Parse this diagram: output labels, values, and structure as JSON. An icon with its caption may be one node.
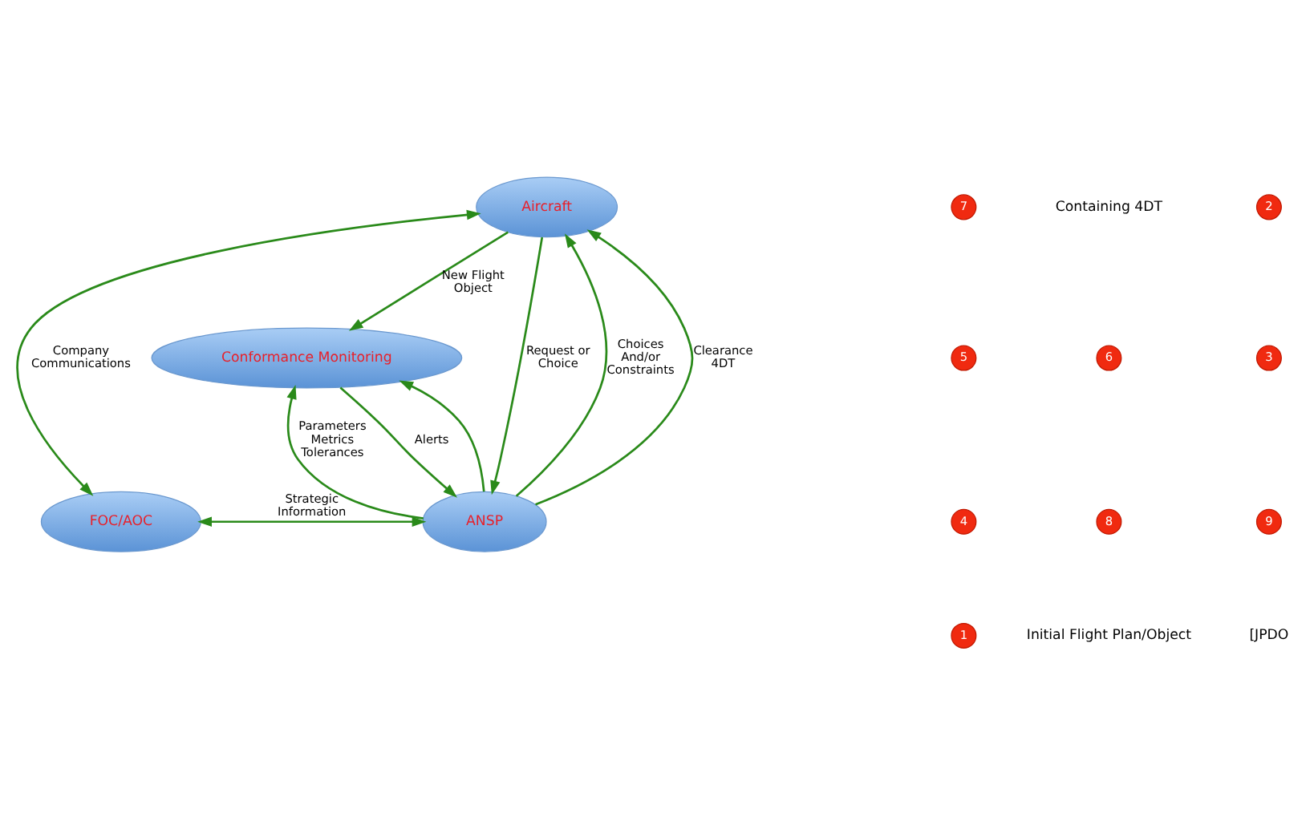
{
  "diagram": {
    "nodes": [
      {
        "text": [
          "Aircraft"
        ]
      },
      {
        "text": [
          "Conformance Monitoring"
        ]
      },
      {
        "text": [
          "FOC/AOC"
        ]
      },
      {
        "text": [
          "ANSP"
        ]
      }
    ],
    "edges": [
      {
        "from": 2,
        "to": 3,
        "arrow": "both",
        "label": "Strategic Information"
      },
      {
        "from": 0,
        "to": 2,
        "arrow": "both",
        "label": "Company Communications"
      },
      {
        "from": 0,
        "to": 3,
        "arrow": "to",
        "label": "Request or Choice"
      },
      {
        "from": 3,
        "to": 0,
        "arrow": "to",
        "label": "Choices And/or Constraints"
      },
      {
        "from": 3,
        "to": 0,
        "arrow": "to",
        "label": "Clearance 4DT"
      },
      {
        "from": 3,
        "to": 1,
        "arrow": "to"
      },
      {
        "from": 0,
        "to": 1,
        "arrow": "to",
        "label": "New Flight Object"
      },
      {
        "from": 1,
        "to": 3,
        "arrow": "to",
        "label": "Alerts"
      },
      {
        "from": 3,
        "to": 1,
        "arrow": "to",
        "label": "Parameters Metrics Tolerances"
      }
    ],
    "labels": [
      "7",
      "Containing 4DT",
      "2",
      "5",
      "6",
      "3",
      "4",
      "8",
      "9",
      "1",
      "Initial Flight Plan/Object",
      "[JPDO"
    ]
  }
}
